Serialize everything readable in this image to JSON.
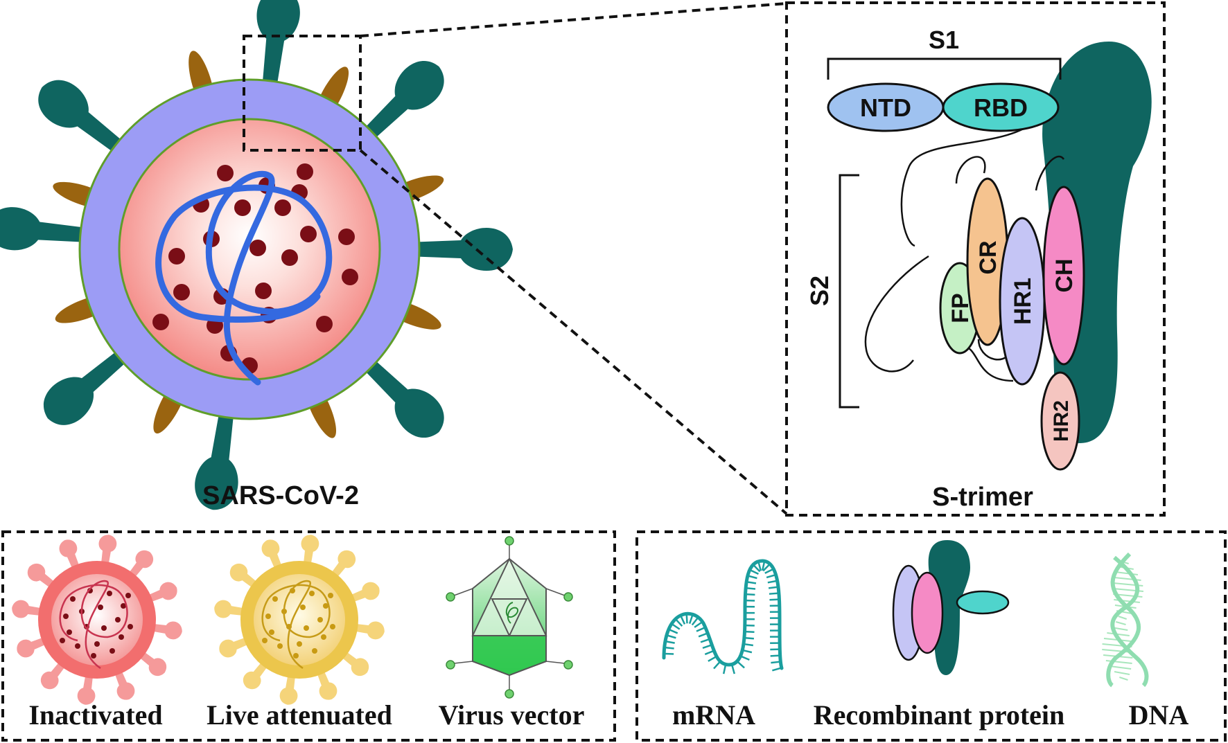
{
  "virus": {
    "label": "SARS-CoV-2"
  },
  "spike": {
    "s1_label": "S1",
    "s2_label": "S2",
    "trimer_label": "S-trimer",
    "domains": {
      "ntd": "NTD",
      "rbd": "RBD",
      "fp": "FP",
      "cr": "CR",
      "hr1": "HR1",
      "ch": "CH",
      "hr2": "HR2"
    }
  },
  "vaccines": {
    "left_panel": [
      "Inactivated",
      "Live attenuated",
      "Virus vector"
    ],
    "right_panel": [
      "mRNA",
      "Recombinant protein",
      "DNA"
    ]
  },
  "colors": {
    "spike_teal": "#0f6560",
    "envelope_purple": "#9c9cf5",
    "core_pink": "#f59090",
    "rna_blue": "#3469e0",
    "particle_red": "#7a0e16",
    "membrane_protein_brown": "#9a6410",
    "ntd": "#9fc2f0",
    "rbd": "#4fd4cc",
    "fp": "#c5f0c5",
    "cr": "#f5c38f",
    "hr1": "#c5c5f5",
    "ch": "#f58ac5",
    "hr2": "#f5c5c0"
  }
}
